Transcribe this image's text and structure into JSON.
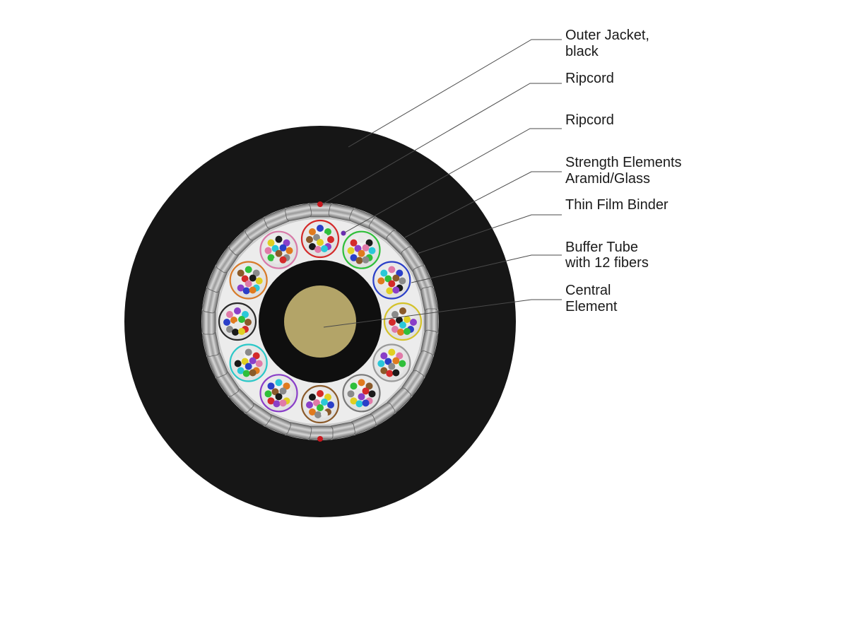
{
  "diagram": {
    "labels": [
      {
        "id": "outer-jacket",
        "lines": [
          "Outer Jacket,",
          "black"
        ]
      },
      {
        "id": "ripcord-outer",
        "lines": [
          "Ripcord"
        ]
      },
      {
        "id": "ripcord-inner",
        "lines": [
          "Ripcord"
        ]
      },
      {
        "id": "strength-elements",
        "lines": [
          "Strength Elements",
          "Aramid/Glass"
        ]
      },
      {
        "id": "thin-film-binder",
        "lines": [
          "Thin Film Binder"
        ]
      },
      {
        "id": "buffer-tube",
        "lines": [
          "Buffer Tube",
          "with 12 fibers"
        ]
      },
      {
        "id": "central-element",
        "lines": [
          "Central",
          "Element"
        ]
      }
    ]
  },
  "colors": {
    "jacket": "#161616",
    "binder": "#ededed",
    "strength_band": "#d8d8d8",
    "central_sheath": "#0f0f0f",
    "central_core": "#b3a468",
    "ripcord_outer": "#c8161d",
    "ripcord_inner": "#6a2fb0",
    "leader_line": "#4a4a4a"
  },
  "tube_colors": [
    "#d42a2a",
    "#2fbf3a",
    "#2a3fc8",
    "#d4c22a",
    "#9a9a9a",
    "#7a7a7a",
    "#8a5a2a",
    "#8a3fc8",
    "#2ac8c8",
    "#2a2a2a",
    "#d87a2a",
    "#d87aa8"
  ],
  "fiber_colors": [
    "#2a3fc8",
    "#e07a1e",
    "#2fbf3a",
    "#8a5a2a",
    "#8a8a8a",
    "#e8e8e8",
    "#d42a2a",
    "#1a1a1a",
    "#e0cf22",
    "#8a3fc8",
    "#e07aa8",
    "#2ac8d8"
  ]
}
